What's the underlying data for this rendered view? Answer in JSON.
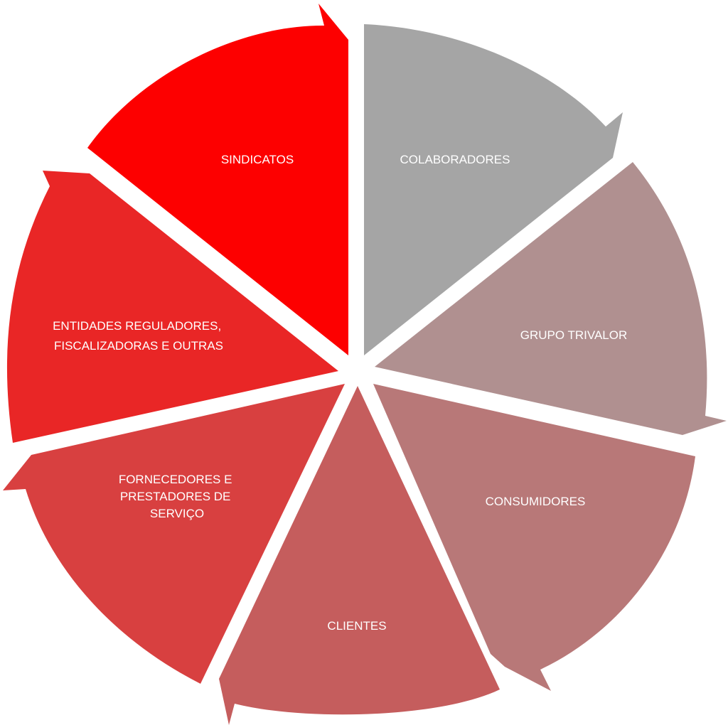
{
  "diagram": {
    "segments": [
      {
        "id": "colaboradores",
        "lines": [
          "COLABORADORES"
        ],
        "color": "#a5a5a5"
      },
      {
        "id": "grupo-trivalor",
        "lines": [
          "GRUPO TRIVALOR"
        ],
        "color": "#b09090"
      },
      {
        "id": "consumidores",
        "lines": [
          "CONSUMIDORES"
        ],
        "color": "#b87878"
      },
      {
        "id": "clientes",
        "lines": [
          "CLIENTES"
        ],
        "color": "#c55d5d"
      },
      {
        "id": "fornecedores",
        "lines": [
          "FORNECEDORES E",
          "PRESTADORES DE",
          "SERVIÇO"
        ],
        "color": "#d84040"
      },
      {
        "id": "entidades",
        "lines": [
          "ENTIDADES REGULADORES,",
          "FISCALIZADORAS E OUTRAS"
        ],
        "color": "#e92626"
      },
      {
        "id": "sindicatos",
        "lines": [
          "SINDICATOS"
        ],
        "color": "#fd0000"
      }
    ]
  }
}
